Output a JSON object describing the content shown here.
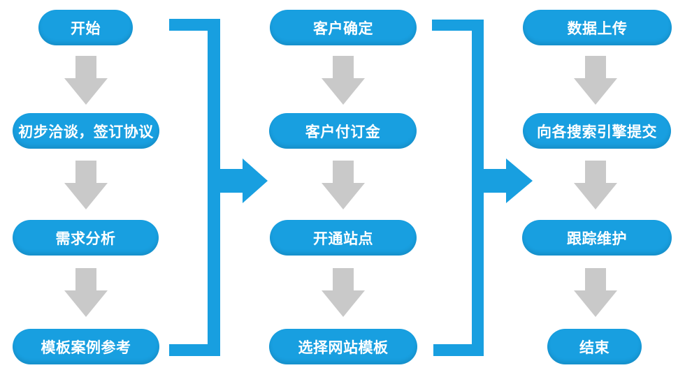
{
  "colors": {
    "background": "#FFFFFF",
    "node": "#189FE0",
    "node_text": "#FFFFFF",
    "arrow": "#C9C9C9"
  },
  "flow": {
    "columns": [
      {
        "steps": [
          "开始",
          "初步洽谈，签订协议",
          "需求分析",
          "模板案例参考"
        ]
      },
      {
        "steps": [
          "客户确定",
          "客户付订金",
          "开通站点",
          "选择网站模板"
        ]
      },
      {
        "steps": [
          "数据上传",
          "向各搜索引擎提交",
          "跟踪维护",
          "结束"
        ]
      }
    ]
  }
}
